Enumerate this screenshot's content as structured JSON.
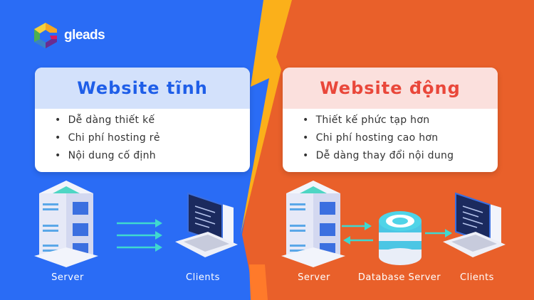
{
  "brand": {
    "name": "gleads"
  },
  "static": {
    "title": "Website tĩnh",
    "items": [
      "Dễ dàng thiết kế",
      "Chi phí hosting rẻ",
      "Nội dung cố định"
    ],
    "labels": {
      "server": "Server",
      "clients": "Clients"
    }
  },
  "dynamic": {
    "title": "Website động",
    "items": [
      "Thiết kế phức tạp hơn",
      "Chi phí hosting cao hơn",
      "Dễ dàng thay đổi nội dung"
    ],
    "labels": {
      "server": "Server",
      "database": "Database Server",
      "clients": "Clients"
    }
  },
  "colors": {
    "left_bg": "#2a6cf5",
    "right_bg": "#e9602a",
    "bolt": "#fbb01a",
    "static_title": "#1f5ee8",
    "dynamic_title": "#e9473a",
    "arrow": "#3fd8cf"
  }
}
